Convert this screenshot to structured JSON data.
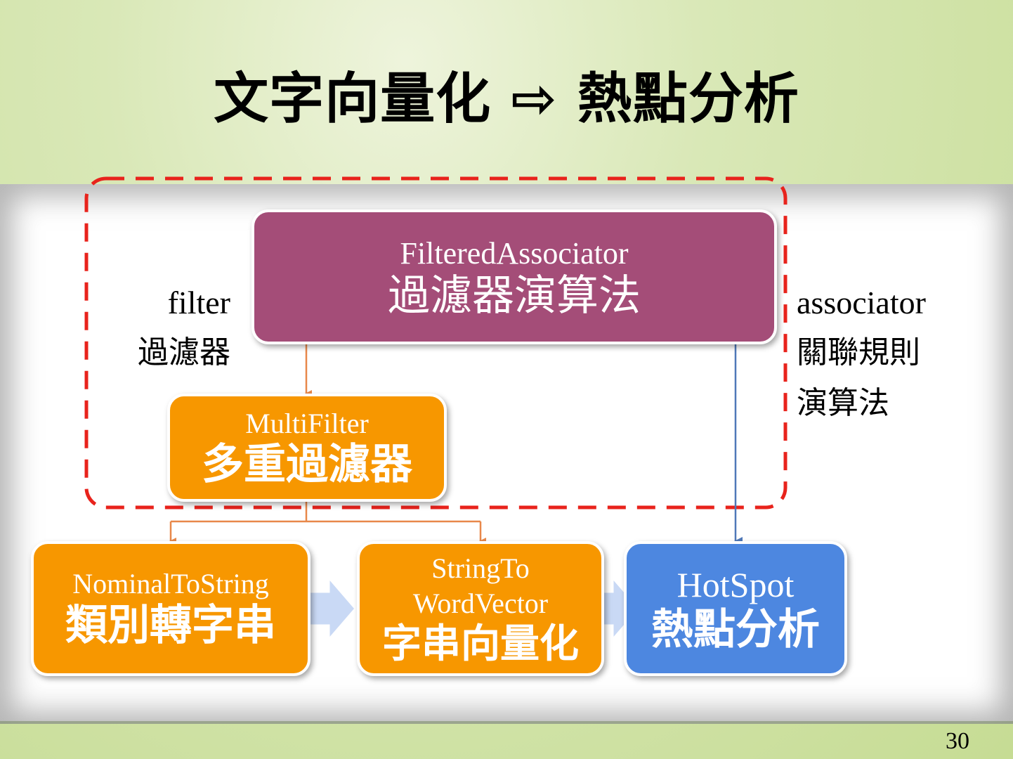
{
  "slide": {
    "title": "文字向量化 ⇨ 熱點分析",
    "page_number": "30"
  },
  "labels": {
    "filter": {
      "en": "filter",
      "zh": "過濾器"
    },
    "associator": {
      "en": "associator",
      "zh_line1": "關聯規則",
      "zh_line2": "演算法"
    }
  },
  "nodes": {
    "filtered_associator": {
      "en": "FilteredAssociator",
      "zh": "過濾器演算法"
    },
    "multi_filter": {
      "en": "MultiFilter",
      "zh": "多重過濾器"
    },
    "nominal_to_string": {
      "en": "NominalToString",
      "zh": "類別轉字串"
    },
    "string_to_word_vector": {
      "en_line1": "StringTo",
      "en_line2": "WordVector",
      "zh": "字串向量化"
    },
    "hotspot": {
      "en": "HotSpot",
      "zh": "熱點分析"
    }
  },
  "colors": {
    "purple": "#a44d78",
    "orange": "#f79700",
    "blue": "#4d87e0",
    "dashed_border": "#e8231c",
    "orange_arrow": "#e8884a",
    "blue_arrow": "#4f78b8",
    "block_arrow": "#c9d9f5"
  }
}
